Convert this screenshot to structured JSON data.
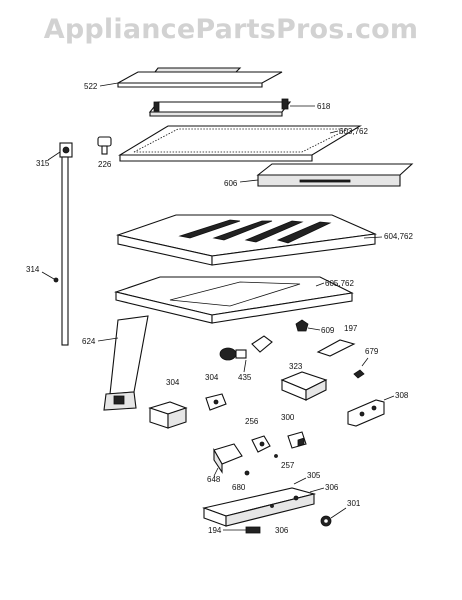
{
  "watermark": "AppliancePartsPros.com",
  "callouts": {
    "p522": "522",
    "p618": "618",
    "p603": "603,762",
    "p315": "315",
    "p226": "226",
    "p606": "606",
    "p604": "604,762",
    "p314": "314",
    "p605": "605,762",
    "p609": "609",
    "p197": "197",
    "p624": "624",
    "p435": "435",
    "p323": "323",
    "p679": "679",
    "p304a": "304",
    "p304b": "304",
    "p308": "308",
    "p256": "256",
    "p300": "300",
    "p257": "257",
    "p648": "648",
    "p680": "680",
    "p305": "305",
    "p306a": "306",
    "p301": "301",
    "p194": "194",
    "p306b": "306"
  }
}
